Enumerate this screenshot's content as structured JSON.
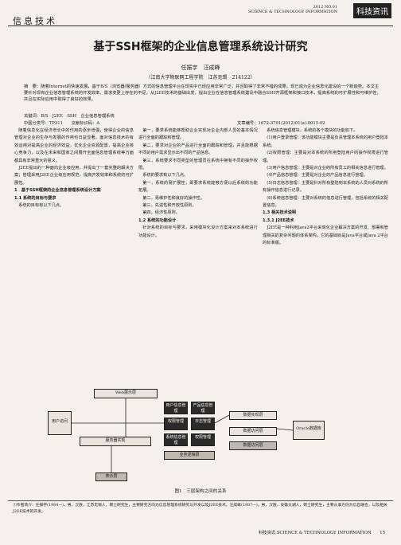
{
  "header": {
    "section": "信息技术",
    "issue": "2012 NO.01",
    "journal_en": "SCIENCE & TECHNOLOGY INFORMATION",
    "journal_cn": "科技资讯"
  },
  "article": {
    "title": "基于SSH框架的企业信息管理系统设计研究",
    "authors": "任振宇　汪成峰",
    "affiliation": "（江南大学物联网工程学院　江苏无锡　214122）",
    "abstract": "摘　要：随着Internet的快速发展，基于B/S（浏览器/服务器）方式的信息管理平台在现实中已经应用非常广泛，并且取得了非常不错的成果。现已成为企业信息化建设的一个新趋势。本文主要针对现有企业信息管理系统的开发效率、需求变更上存在的不足，从J2EE技术的基础出发，提出企业在信息管理系统建设中融合SSH开源框架和接口技术，提高系统的可扩展性和可维护性，并且在实际应用中取得了良好的效果。",
    "keywords": "关键词：B/S　J2EE　SSH　企业信息管理系统",
    "clc": "中图分类号：TP311　　文献标识码：A",
    "article_no": "文章编号：1672-3791(2012)01(a)-0015-02"
  },
  "body": {
    "col1": [
      "随着信息化在经济增长中的作用的逐步增强，使得企业的信息管理对企业的生存与发展的作用也日益显著。面对信息技术的有效运用对提高企业的经济效益，优化企业资源配置，提高企业核心竞争力，以及在未来和国家之间展开全面信息管理系统等方面都具有非常重大的意义。",
      "J2EE提出的一种面向企业级应用，并提出了一套完整的解决方案；管理采用J2EE企业级应用规范，提高开发效率和系统的可扩展性。",
      "1　基于SSH框架的企业信息管理系统设计方案",
      "1.1 系统的目标与要求",
      "系统的目标有以下几点。"
    ],
    "col2": [
      "第一，要求系统能够帮助企业实现对企业内部人员的基本情况进行全面的跟踪和管理。",
      "第二，要求对企业的产品进行全面的跟踪和管理，并且能根据不同的用户需求显示出不同的产品信息。",
      "第三，系统要求不同类型的管理员在系统中拥有不同的操作权限。",
      "系统的要求有以下几点。",
      "第一，系统的易扩展性，即要求系统能够方便以后系统的功能拓展。",
      "第二，易维护性和良好的操作性。",
      "第三，先进性和开放性原则。",
      "第四，经济性原则。",
      "1.2 系统的功能设计",
      "针对系统的目标与要求，采用模块化设计方案来对本系统进行功能设计。"
    ],
    "col3": [
      "系统信息管理模块，系统的各个模块的功能如下。",
      "(1)用户登录管理：该功能模块主要是负责管理本系统的用户登陆本系统。",
      "(2)权限管理：主要是对本系统的所用登陆用户的操作权限进行管理。",
      "(3)用户信息管理：主要是对企业的所有员工的相关信息进行管理。",
      "(4)产品信息管理：主要是对企业的产品信息进行管理。",
      "(5)日志信息管理：主要是针对所有登陆到本系统的人员对系统的所有操作信息进行记录。",
      "(6)系统信息管理：主要对系统的信息进行管理，包括系统的相关配置信息。",
      "1.3 相关技术说明",
      "1.3.1 J2EE技术",
      "J2EE是一种利用Java2平台来简化企业解决方案的开发、部署和管理相关的复杂问题的体系架构。它的基础就是Java平台或Java 2平台的标准版。"
    ]
  },
  "figure": {
    "caption": "图1　三层架构之间的关系",
    "nodes": {
      "web": "Web展示层",
      "user_access": "用户访问",
      "service_impl": "服务器实现",
      "bl1": "用户信息管理",
      "bl2": "产品信息管理",
      "bl3": "权限管理",
      "bl4": "日志管理",
      "bl5": "系统信息管理",
      "bl6": "权限管理",
      "biz": "业务逻辑层",
      "data_impl": "数据实现层",
      "data_access": "数据访问层",
      "data_layer": "数据访问层",
      "db": "Oracle数据库",
      "display": "表示层"
    }
  },
  "footnote": "①作者简介：任振宇(1984—)，男，汉族，江苏无锡人，硕士研究生，主要研究方向为信息管理系统研究与开发以及J2EE技术。汪成峰(1987—)，男，汉族，安徽太湖人，硕士研究生，主要从事方向为信息融合，以及相关J2EE技术的开发。",
  "footer": "科技资讯 SCIENCE & TECHNOLOGY INFORMATION　　15"
}
